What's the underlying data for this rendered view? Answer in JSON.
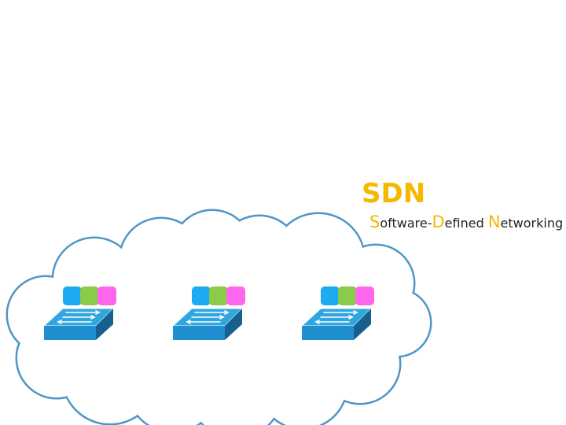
{
  "title": "SDN",
  "subtitle": {
    "parts": [
      {
        "cap": "S",
        "rest": "oftware-"
      },
      {
        "cap": "D",
        "rest": "efined "
      },
      {
        "cap": "N",
        "rest": "etworking"
      }
    ]
  },
  "colors": {
    "accent": "#f5b800",
    "text": "#222222",
    "cloud_fill": "#ffffff",
    "cloud_stroke": "#4f96c8",
    "switch_top": "#2fa6e0",
    "switch_front": "#1f8fd0",
    "switch_side": "#15608e",
    "block_blue": "#1eaaf0",
    "block_green": "#8acc4a",
    "block_pink": "#ff66ee"
  },
  "switches": [
    {
      "icon": "network-switch-icon",
      "flow_table": [
        "block-blue",
        "block-green",
        "block-pink"
      ]
    },
    {
      "icon": "network-switch-icon",
      "flow_table": [
        "block-blue",
        "block-green",
        "block-pink"
      ]
    },
    {
      "icon": "network-switch-icon",
      "flow_table": [
        "block-blue",
        "block-green",
        "block-pink"
      ]
    }
  ],
  "cloud": {
    "icon": "cloud-icon"
  }
}
